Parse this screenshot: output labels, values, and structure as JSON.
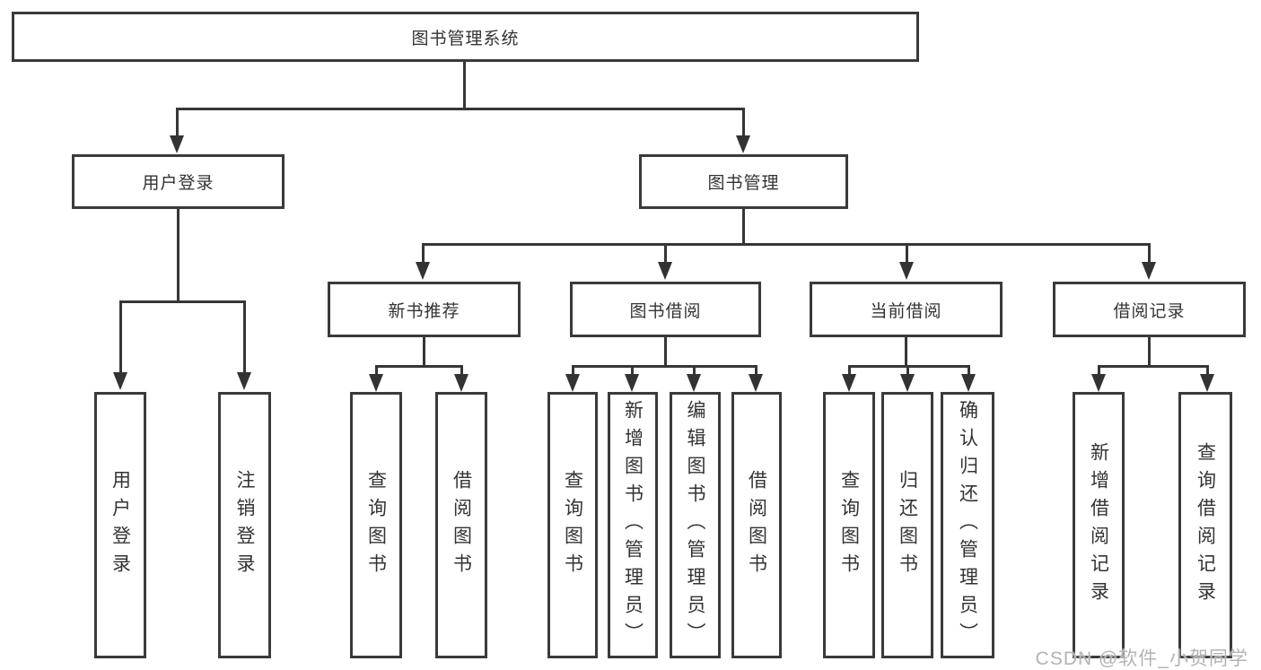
{
  "diagram": {
    "root": {
      "label": "图书管理系统"
    },
    "level2": [
      {
        "label": "用户登录"
      },
      {
        "label": "图书管理"
      }
    ],
    "level3": [
      {
        "label": "新书推荐"
      },
      {
        "label": "图书借阅"
      },
      {
        "label": "当前借阅"
      },
      {
        "label": "借阅记录"
      }
    ],
    "leaves": [
      {
        "label": "用户登录"
      },
      {
        "label": "注销登录"
      },
      {
        "label": "查询图书"
      },
      {
        "label": "借阅图书"
      },
      {
        "label": "查询图书"
      },
      {
        "label": "新增图书（管理员）"
      },
      {
        "label": "编辑图书（管理员）"
      },
      {
        "label": "借阅图书"
      },
      {
        "label": "查询图书"
      },
      {
        "label": "归还图书"
      },
      {
        "label": "确认归还（管理员）"
      },
      {
        "label": "新增借阅记录"
      },
      {
        "label": "查询借阅记录"
      }
    ],
    "colors": {
      "border": "#3a3a3a",
      "line": "#363636",
      "text": "#333333",
      "background": "#ffffff",
      "watermark": "#b3b3b3"
    }
  },
  "watermark": {
    "text": "CSDN @软件_小贺同学"
  }
}
